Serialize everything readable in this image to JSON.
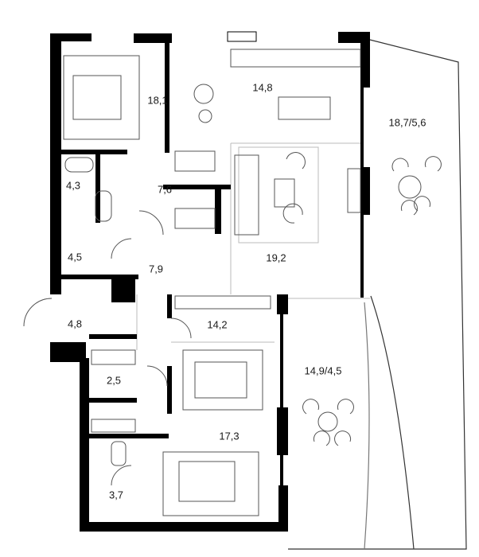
{
  "rooms": [
    {
      "id": "bedroom-1",
      "area": "18,1"
    },
    {
      "id": "kitchen",
      "area": "14,8"
    },
    {
      "id": "balcony-1",
      "area": "18,7/5,6"
    },
    {
      "id": "bathroom-1",
      "area": "4,3"
    },
    {
      "id": "wardrobe-1",
      "area": "7,6"
    },
    {
      "id": "bathroom-2",
      "area": "4,5"
    },
    {
      "id": "hall",
      "area": "7,9"
    },
    {
      "id": "living-room",
      "area": "19,2"
    },
    {
      "id": "entry",
      "area": "4,8"
    },
    {
      "id": "bedroom-2",
      "area": "14,2"
    },
    {
      "id": "balcony-2",
      "area": "14,9/4,5"
    },
    {
      "id": "storage",
      "area": "2,5"
    },
    {
      "id": "bedroom-3",
      "area": "17,3"
    },
    {
      "id": "bathroom-3",
      "area": "3,7"
    }
  ],
  "colors": {
    "wall": "#000000",
    "line": "#9a9a9a",
    "fixture": "#555555"
  }
}
